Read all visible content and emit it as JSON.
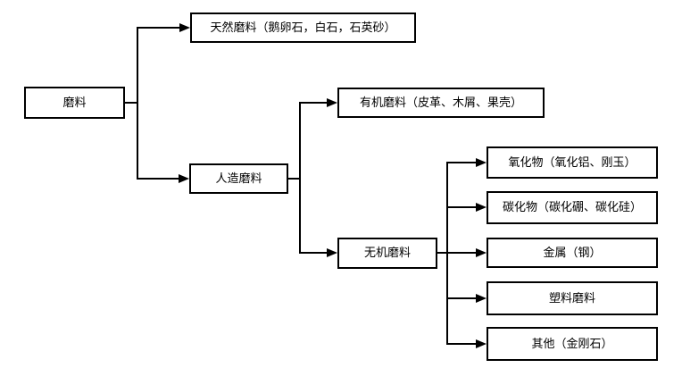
{
  "diagram": {
    "type": "flowchart",
    "orientation": "left-to-right",
    "nodes": {
      "abrasive": {
        "label": "磨料"
      },
      "natural": {
        "label": "天然磨料（鹅卵石，白石，石英砂）"
      },
      "artificial": {
        "label": "人造磨料"
      },
      "organic": {
        "label": "有机磨料（皮革、木屑、果壳）"
      },
      "inorganic": {
        "label": "无机磨料"
      },
      "oxide": {
        "label": "氧化物（氧化铝、刚玉）"
      },
      "carbide": {
        "label": "碳化物（碳化硼、碳化硅）"
      },
      "metal": {
        "label": "金属（钢）"
      },
      "plastic": {
        "label": "塑料磨料"
      },
      "other": {
        "label": "其他（金刚石）"
      }
    },
    "edges": [
      {
        "from": "abrasive",
        "to": "natural"
      },
      {
        "from": "abrasive",
        "to": "artificial"
      },
      {
        "from": "artificial",
        "to": "organic"
      },
      {
        "from": "artificial",
        "to": "inorganic"
      },
      {
        "from": "inorganic",
        "to": "oxide"
      },
      {
        "from": "inorganic",
        "to": "carbide"
      },
      {
        "from": "inorganic",
        "to": "metal"
      },
      {
        "from": "inorganic",
        "to": "plastic"
      },
      {
        "from": "inorganic",
        "to": "other"
      }
    ],
    "colors": {
      "background": "#ffffff",
      "box_border": "#000000",
      "box_fill": "#ffffff",
      "line": "#000000",
      "text": "#000000"
    }
  }
}
